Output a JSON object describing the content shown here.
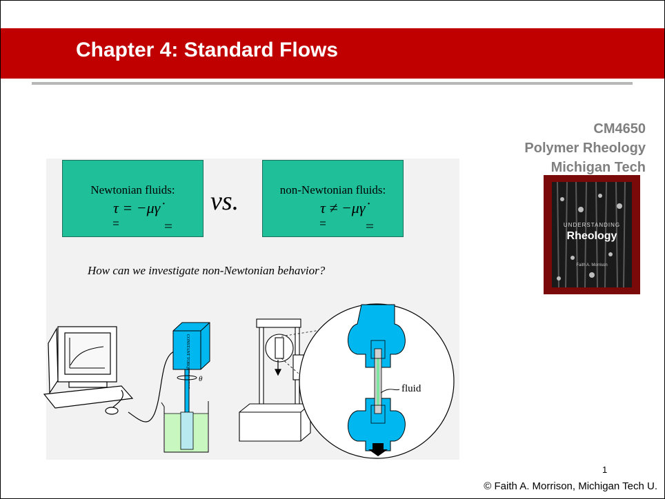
{
  "title": "Chapter 4:  Standard Flows",
  "course": {
    "line1": "CM4650",
    "line2": "Polymer Rheology",
    "line3": "Michigan Tech"
  },
  "book": {
    "small": "UNDERSTANDING",
    "title": "Rheology",
    "author": "Faith A. Morrison"
  },
  "newtonian": {
    "label": "Newtonian fluids:",
    "equation": "τ = −μγ̇"
  },
  "vs": "vs.",
  "non_newtonian": {
    "label": "non-Newtonian fluids:",
    "equation": "τ ≠ −μγ̇"
  },
  "question": "How can we investigate non-Newtonian behavior?",
  "motor_label": "CONSTANT TORQUE MOTOR",
  "theta": "θ",
  "fluid_label": "fluid",
  "page_number": "1",
  "copyright": "© Faith A. Morrison, Michigan Tech U.",
  "colors": {
    "title_bar": "#c00000",
    "box_fill": "#1fbf9a",
    "apparatus_blue": "#00b7ef",
    "course_text": "#7f7f7f"
  }
}
